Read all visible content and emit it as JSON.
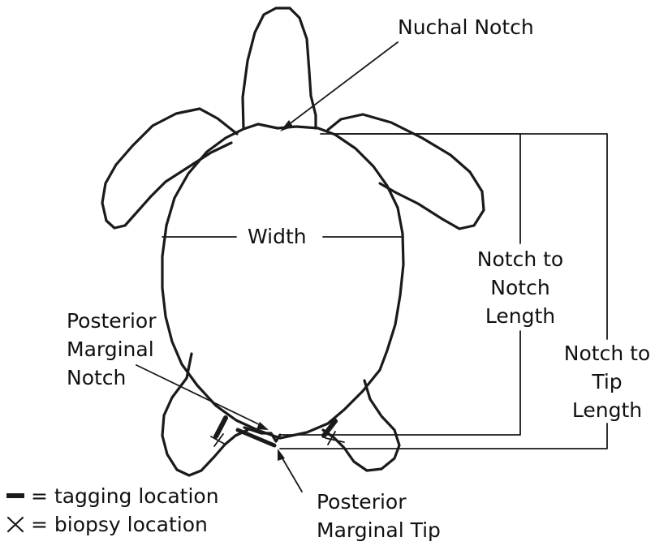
{
  "labels": {
    "nuchal_notch": "Nuchal Notch",
    "width": "Width",
    "notch_to_notch": [
      "Notch to",
      "Notch",
      "Length"
    ],
    "notch_to_tip": [
      "Notch to",
      "Tip",
      "Length"
    ],
    "posterior_marginal_notch": [
      "Posterior",
      "Marginal",
      "Notch"
    ],
    "posterior_marginal_tip": [
      "Posterior",
      "Marginal Tip"
    ]
  },
  "legend": {
    "tagging": "= tagging location",
    "biopsy": "= biopsy location"
  },
  "colors": {
    "ink": "#1a1a1a",
    "background": "#ffffff"
  }
}
